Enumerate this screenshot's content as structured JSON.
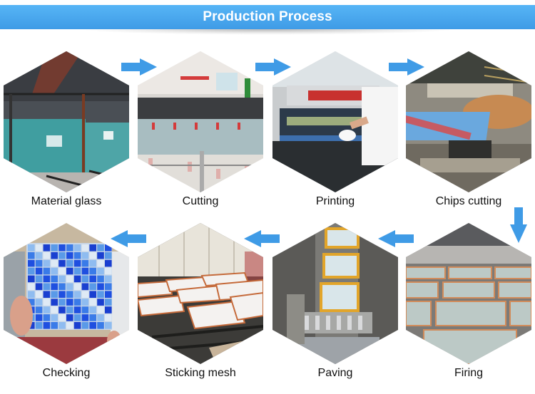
{
  "header": {
    "title": "Production Process"
  },
  "accent_color": "#3f9be6",
  "steps": [
    {
      "order": 1,
      "label": "Material glass",
      "scene": "glass-sheets"
    },
    {
      "order": 2,
      "label": "Cutting",
      "scene": "cutting-table"
    },
    {
      "order": 3,
      "label": "Printing",
      "scene": "printing-machine"
    },
    {
      "order": 4,
      "label": "Chips cutting",
      "scene": "chip-cutter"
    },
    {
      "order": 5,
      "label": "Firing",
      "scene": "kiln-trays"
    },
    {
      "order": 6,
      "label": "Paving",
      "scene": "paving-conveyor"
    },
    {
      "order": 7,
      "label": "Sticking mesh",
      "scene": "mesh-sheets"
    },
    {
      "order": 8,
      "label": "Checking",
      "scene": "mosaic-inspection"
    }
  ],
  "arrows": [
    {
      "from": 1,
      "to": 2,
      "direction": "right"
    },
    {
      "from": 2,
      "to": 3,
      "direction": "right"
    },
    {
      "from": 3,
      "to": 4,
      "direction": "right"
    },
    {
      "from": 4,
      "to": 5,
      "direction": "down"
    },
    {
      "from": 5,
      "to": 6,
      "direction": "left"
    },
    {
      "from": 6,
      "to": 7,
      "direction": "left"
    },
    {
      "from": 7,
      "to": 8,
      "direction": "left"
    }
  ]
}
